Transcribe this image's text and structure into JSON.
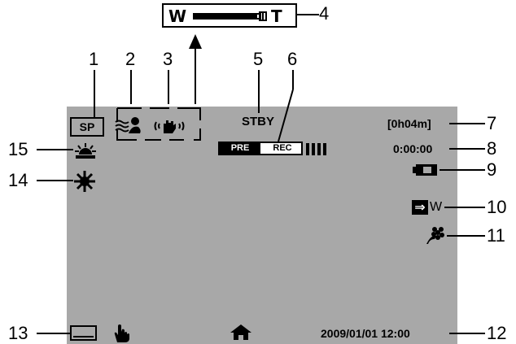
{
  "callouts": {
    "c1": "1",
    "c2": "2",
    "c3": "3",
    "c4": "4",
    "c5": "5",
    "c6": "6",
    "c7": "7",
    "c8": "8",
    "c9": "9",
    "c10": "10",
    "c11": "11",
    "c12": "12",
    "c13": "13",
    "c14": "14",
    "c15": "15"
  },
  "zoom": {
    "wide_label": "W",
    "tele_label": "T",
    "level_fraction": 0.96
  },
  "osd": {
    "quality": "SP",
    "status": "STBY",
    "pre_label": "PRE",
    "rec_label": "REC",
    "remaining_time": "[0h04m]",
    "counter": "0:00:00",
    "output_label": "W",
    "datetime": "2009/01/01 12:00"
  },
  "icons": {
    "wind-cut": "wind-cut-icon",
    "image-stabilizer": "stabilizer-icon",
    "backlight": "backlight-icon",
    "white-balance": "sun-icon",
    "flower": "flower-icon",
    "touch": "touch-hand-icon",
    "home": "home-icon",
    "battery": "battery-icon",
    "output": "output-icon"
  },
  "colors": {
    "screen": "#a8a8a8",
    "ink": "#000000"
  }
}
